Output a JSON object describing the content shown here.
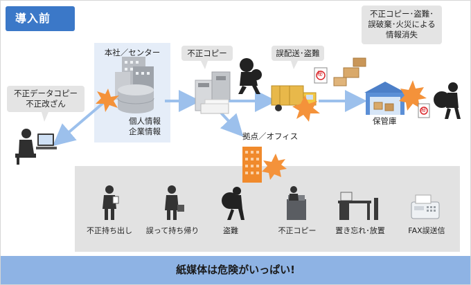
{
  "header": {
    "tag_label": "導入前"
  },
  "bubbles": {
    "pc_risk_line1": "不正データコピー",
    "pc_risk_line2": "不正改ざん",
    "hq_title": "本社／センター",
    "copier_risk": "不正コピー",
    "transport_risk": "誤配送･盗難",
    "storage_risk_line1": "不正コピー･盗難･",
    "storage_risk_line2": "誤破棄･火災による",
    "storage_risk_line3": "情報消失"
  },
  "labels": {
    "hq_info_line1": "個人情報",
    "hq_info_line2": "企業情報",
    "warehouse": "保管庫",
    "branch": "拠点／オフィス",
    "confidential_mark": "秘"
  },
  "bottom_items": [
    {
      "label": "不正持ち出し",
      "icon": "person-with-document-icon"
    },
    {
      "label": "誤って持ち帰り",
      "icon": "person-with-bag-icon"
    },
    {
      "label": "盗難",
      "icon": "thief-icon"
    },
    {
      "label": "不正コピー",
      "icon": "copier-operator-icon"
    },
    {
      "label": "置き忘れ･放置",
      "icon": "desk-icon"
    },
    {
      "label": "FAX誤送信",
      "icon": "fax-machine-icon"
    }
  ],
  "footer": {
    "message": "紙媒体は危険がいっぱい!"
  },
  "colors": {
    "tag": "#3b78c8",
    "footer": "#8eb3e4",
    "hq_panel": "#e5edf8",
    "bottom_panel": "#e2e2e2",
    "arrow": "#9cc0ec",
    "burst": "#f4923a",
    "building": "#f08a2c"
  }
}
